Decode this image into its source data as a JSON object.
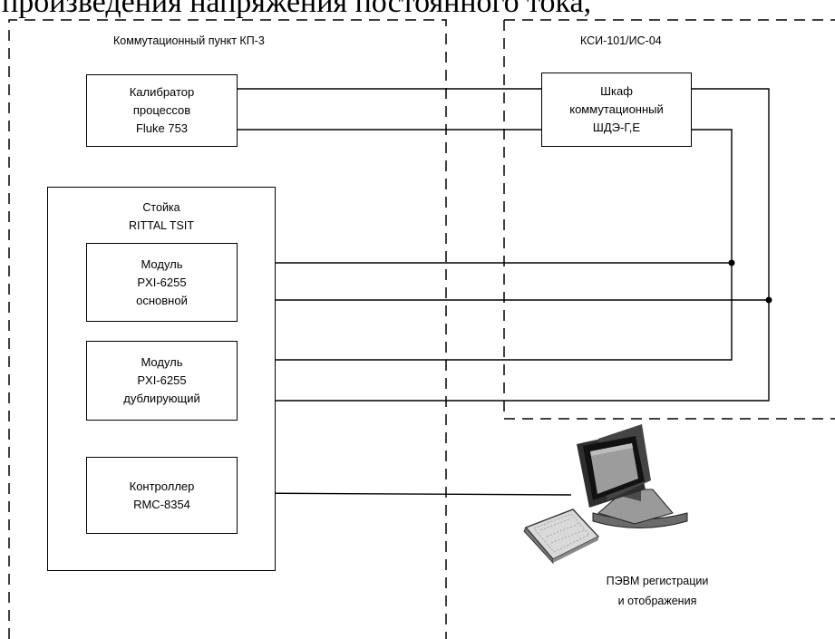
{
  "heading_fragment": "произведения напряжения постоянного тока,",
  "zones": {
    "left_title": "Коммутационный пункт КП-3",
    "right_title": "КСИ-101/ИС-04"
  },
  "boxes": {
    "calibrator": "Калибратор\nпроцессов\nFluke 753",
    "cabinet": "Шкаф\nкоммутационный\nШДЭ-Г,Е",
    "rack": "Стойка\nRITTAL TSIT",
    "module_main": "Модуль\nPXI-6255\nосновной",
    "module_backup": "Модуль\nPXI-6255\nдублирующий",
    "controller": "Контроллер\nRMC-8354"
  },
  "pc_label": "ПЭВМ регистрации\nи отображения",
  "icons": [
    "monitor-icon",
    "keyboard-icon"
  ]
}
